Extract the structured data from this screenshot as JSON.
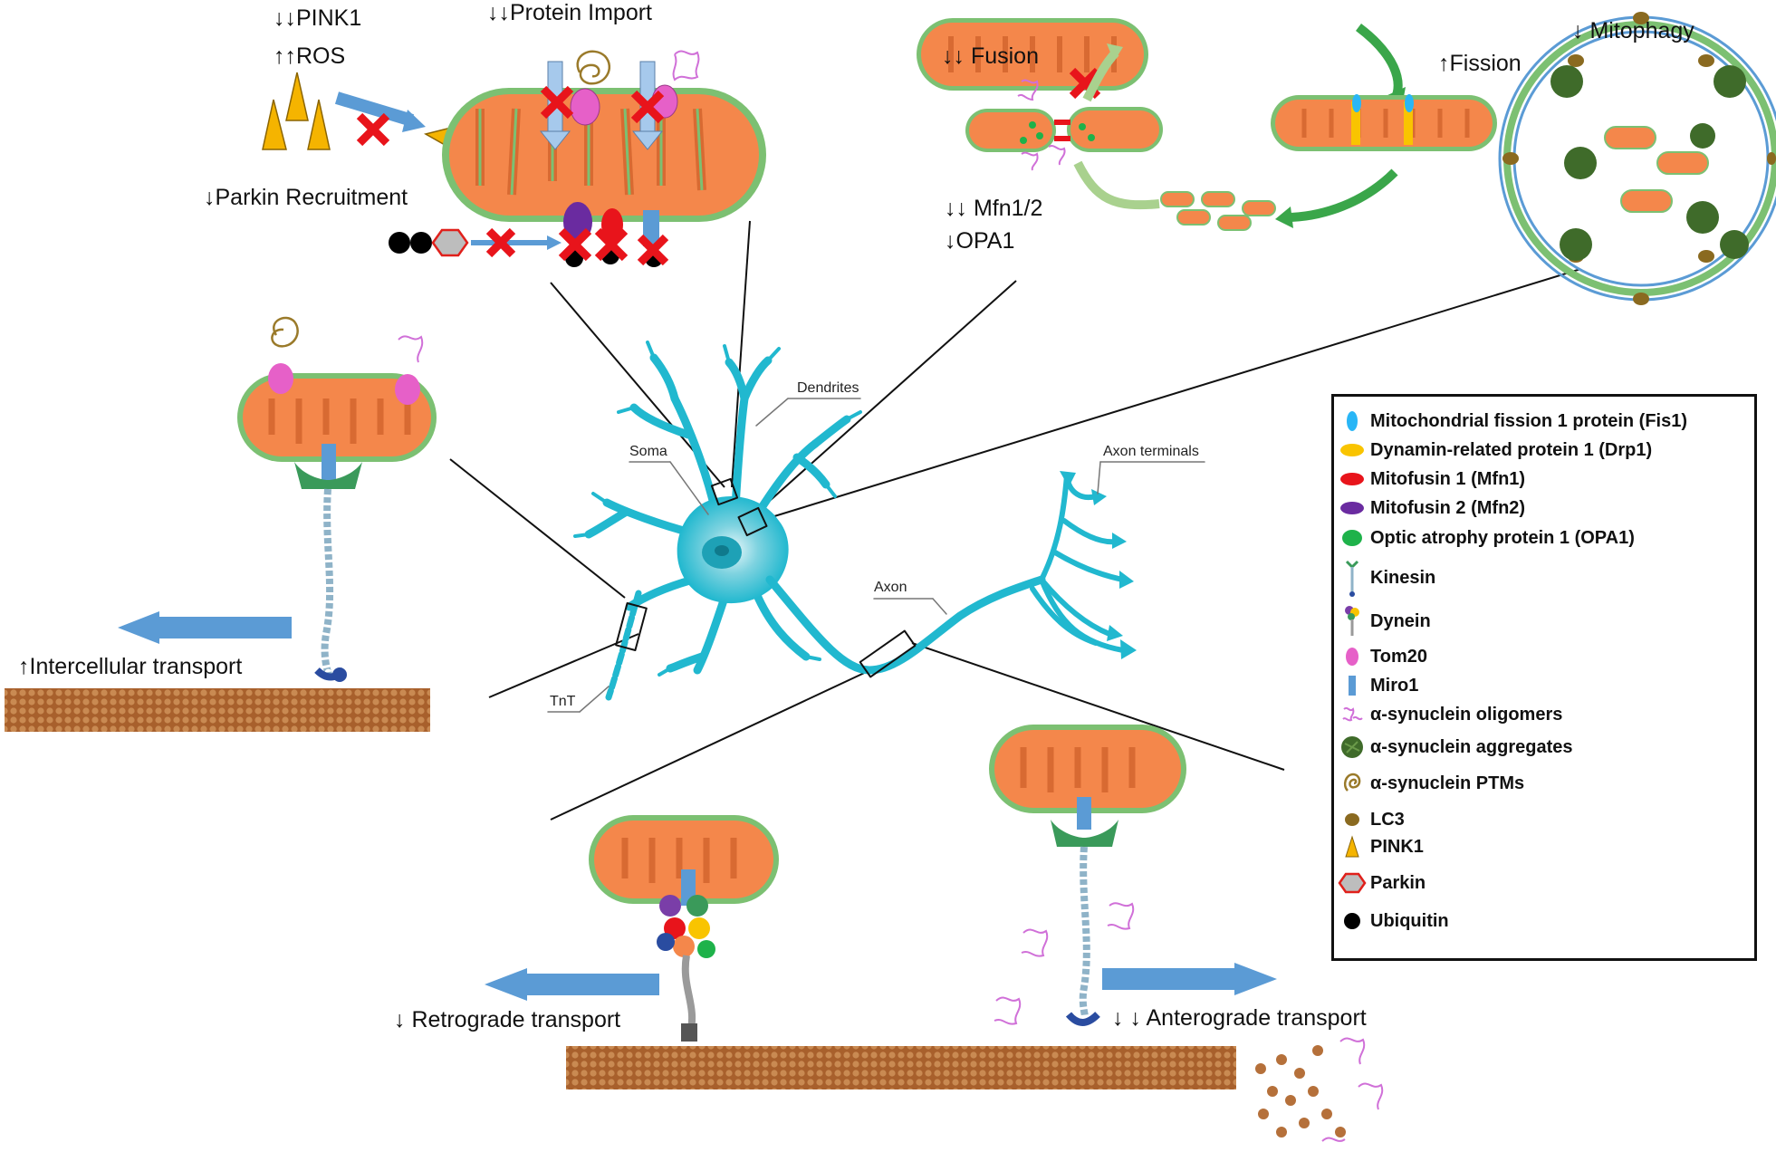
{
  "labels": {
    "pink1": "↓↓PINK1",
    "ros": "↑↑ROS",
    "protein_import": "↓↓Protein Import",
    "parkin_recruitment": "↓Parkin Recruitment",
    "fusion": "↓↓ Fusion",
    "fission": "↑Fission",
    "mitophagy": "↓ Mitophagy",
    "mfn12": "↓↓ Mfn1/2",
    "opa1": "↓OPA1",
    "intercellular": "↑Intercellular transport",
    "retrograde": "↓ Retrograde transport",
    "anterograde": "↓ ↓ Anterograde transport"
  },
  "neuron_labels": {
    "dendrites": "Dendrites",
    "soma": "Soma",
    "axon_terminals": "Axon terminals",
    "axon": "Axon",
    "tnt": "TnT"
  },
  "legend": [
    {
      "icon": "fis1-icon",
      "color": "#29b6f6",
      "text": "Mitochondrial fission 1 protein (Fis1)"
    },
    {
      "icon": "drp1-icon",
      "color": "#f9c400",
      "text": "Dynamin-related protein 1 (Drp1)"
    },
    {
      "icon": "mfn1-icon",
      "color": "#e8141b",
      "text": "Mitofusin 1 (Mfn1)"
    },
    {
      "icon": "mfn2-icon",
      "color": "#6a2ba0",
      "text": "Mitofusin 2 (Mfn2)"
    },
    {
      "icon": "opa1-icon",
      "color": "#1eb24a",
      "text": "Optic atrophy protein 1 (OPA1)"
    },
    {
      "icon": "kinesin-icon",
      "color": "#3a9a5a",
      "text": "Kinesin"
    },
    {
      "icon": "dynein-icon",
      "color": "#7a3ea8",
      "text": "Dynein"
    },
    {
      "icon": "tom20-icon",
      "color": "#e660c8",
      "text": "Tom20"
    },
    {
      "icon": "miro1-icon",
      "color": "#5b9bd5",
      "text": "Miro1"
    },
    {
      "icon": "asyn-oligomer-icon",
      "color": "#d070d8",
      "text": "α-synuclein oligomers"
    },
    {
      "icon": "asyn-aggregate-icon",
      "color": "#3f6b2a",
      "text": "α-synuclein aggregates"
    },
    {
      "icon": "asyn-ptm-icon",
      "color": "#9a7a2a",
      "text": "α-synuclein PTMs"
    },
    {
      "icon": "lc3-icon",
      "color": "#8a6a20",
      "text": "LC3"
    },
    {
      "icon": "pink1-icon",
      "color": "#f5b400",
      "text": "PINK1"
    },
    {
      "icon": "parkin-icon",
      "color": "#e0201b",
      "text": "Parkin"
    },
    {
      "icon": "ubiquitin-icon",
      "color": "#000000",
      "text": "Ubiquitin"
    }
  ],
  "colors": {
    "mito_fill": "#f4874b",
    "mito_outer": "#7cc072",
    "neuron": "#21b8cf",
    "arrow_blue": "#5b9bd5",
    "cross_red": "#e8141b",
    "microtubule": "#b5703a",
    "green_arrow": "#3aa64a"
  }
}
